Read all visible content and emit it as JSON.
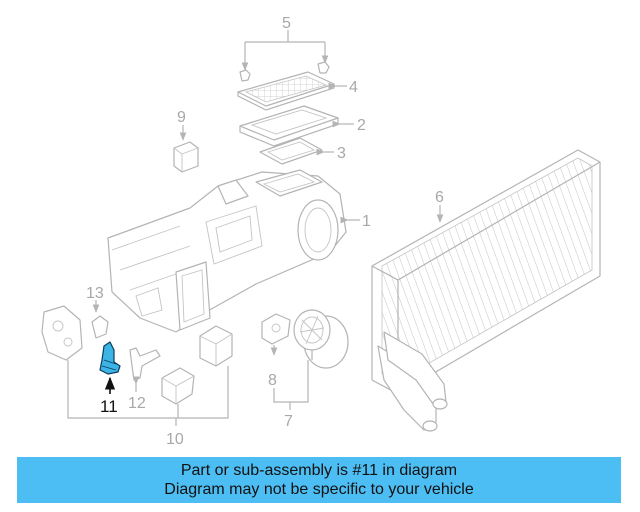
{
  "callouts": {
    "c1": "1",
    "c2": "2",
    "c3": "3",
    "c4": "4",
    "c5": "5",
    "c6": "6",
    "c7": "7",
    "c8": "8",
    "c9": "9",
    "c10": "10",
    "c11": "11",
    "c12": "12",
    "c13": "13"
  },
  "highlight_color": "#3cb4e6",
  "banner": {
    "line1": "Part or sub-assembly is #11 in diagram",
    "line2": "Diagram may not be specific to your vehicle",
    "background": "#4dbef3"
  }
}
